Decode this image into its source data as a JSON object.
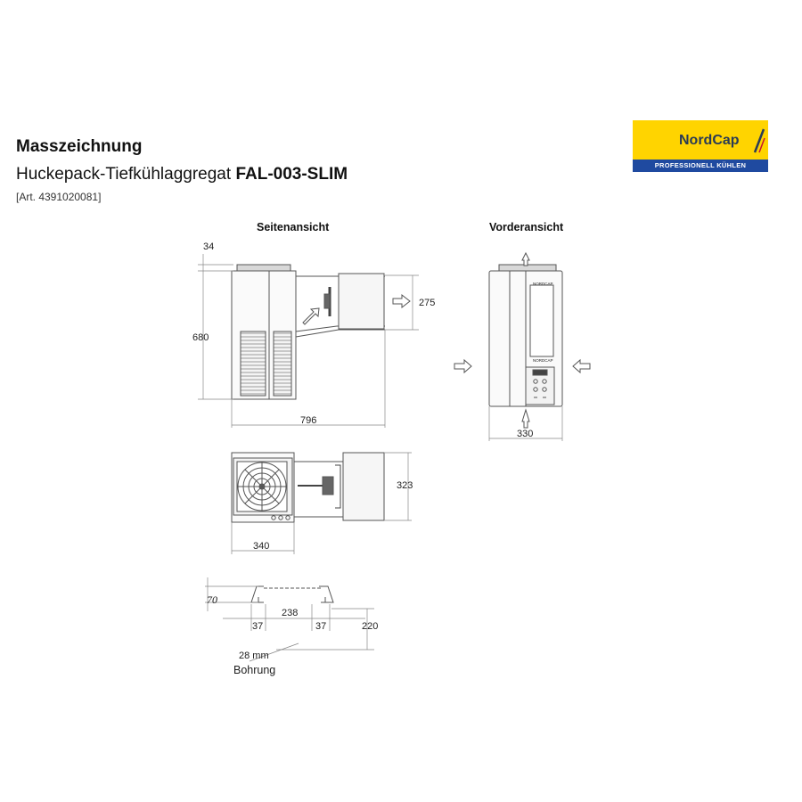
{
  "header": {
    "title": "Masszeichnung",
    "subtitle_prefix": "Huckepack-Tiefkühlaggregat ",
    "subtitle_model": "FAL-003-SLIM",
    "article": "[Art. 4391020081]"
  },
  "logo": {
    "name": "NordCap",
    "tagline": "PROFESSIONELL KÜHLEN",
    "color_yellow": "#ffd400",
    "color_blue": "#1f4aa0"
  },
  "views": {
    "side_label": "Seitenansicht",
    "front_label": "Vorderansicht"
  },
  "dimensions": {
    "side_top": "34",
    "side_height": "680",
    "side_evap_height": "275",
    "side_depth": "796",
    "front_width": "330",
    "top_depth": "323",
    "top_width": "340",
    "bracket_height": "70",
    "bracket_span": "238",
    "bracket_left": "37",
    "bracket_right": "37",
    "bracket_drop": "220",
    "bore_size": "28 mm",
    "bore_label": "Bohrung"
  },
  "front_panel": {
    "badge_top": "NORDCAP",
    "badge_mid": "NORDCAP"
  }
}
